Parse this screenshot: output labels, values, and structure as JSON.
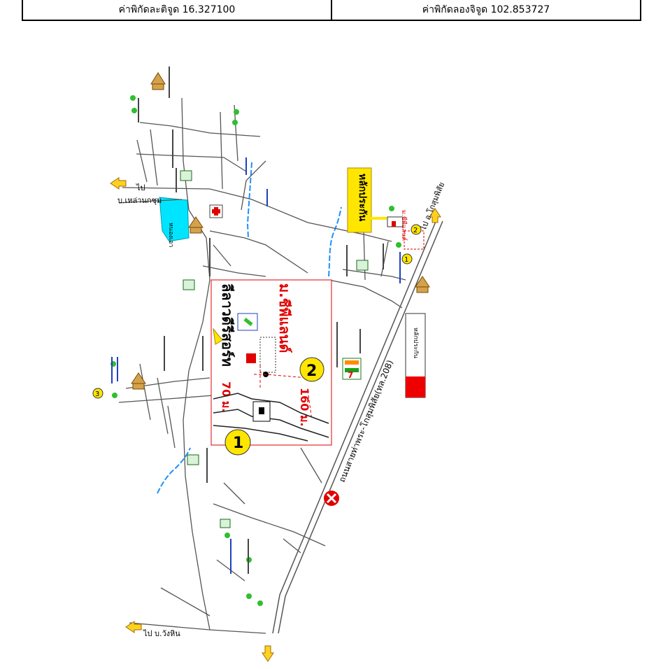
{
  "coordinates": {
    "latitude": "ค่าพิกัดละติจูด 16.327100",
    "longitude": "ค่าพิกัดลองจิจูด 102.853727"
  },
  "map": {
    "highway_label": "ถนนสายท่าพระ-โกสุมพิสัย(ทล.208)",
    "to_kosum": "ไป อ.โกสุมพิสัย",
    "to_wanghin": "ไป บ.วังหิน",
    "to_top": "ไป",
    "village_top_left": "บ.เหล่านกชุม",
    "pond": "หนองเอา",
    "benchmark_sign": "หลักประกัน",
    "village_sign": "ม.ชีพีแลนด์",
    "distance_70": "70 ม.",
    "distance_160": "160 ม.",
    "legend_label": "หลักประกัน",
    "inset_title": "ลีลาวดีรีสอร์ท",
    "inset_village": "ม.ชีพีแลนด์",
    "marker_1": "1",
    "marker_2": "2",
    "marker_3": "3",
    "seven_eleven": "7",
    "colors": {
      "road": "#555555",
      "water": "#1e90ff",
      "pond": "#00e5ff",
      "red": "#e00000",
      "yellow": "#ffe600",
      "legend_red": "#ee0000"
    }
  }
}
